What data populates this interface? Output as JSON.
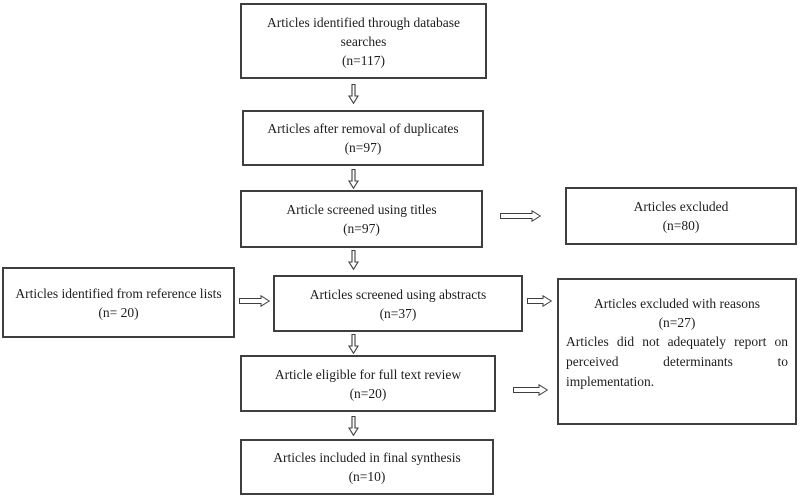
{
  "figure": {
    "kind": "study-selection-flow-diagram"
  },
  "colors": {
    "box_border": "#3f3f3f",
    "arrow": "#3f3f3f",
    "text": "#1d1d1d",
    "background": "#ffffff"
  },
  "icons": {
    "down_arrow": "⇓",
    "right_arrow": "⇒"
  },
  "boxes": {
    "identified": {
      "label": "Articles identified through database searches",
      "count": "(n=117)"
    },
    "duplicates": {
      "label": "Articles after removal of duplicates",
      "count": "(n=97)"
    },
    "titles": {
      "label": "Article screened using titles",
      "count": "(n=97)"
    },
    "excluded_titles": {
      "label": "Articles excluded",
      "count": "(n=80)"
    },
    "reference": {
      "label": "Articles identified from reference lists",
      "count": "(n= 20)"
    },
    "abstracts": {
      "label": "Articles screened using abstracts",
      "count": "(n=37)"
    },
    "excluded_abstracts": {
      "label": "Articles excluded with reasons",
      "count": "(n=27)",
      "note": "Articles did not adequately report on perceived determinants to implementation."
    },
    "eligible": {
      "label": "Article eligible for full text review",
      "count": "(n=20)"
    },
    "included": {
      "label": "Articles included in final synthesis",
      "count": "(n=10)"
    }
  }
}
